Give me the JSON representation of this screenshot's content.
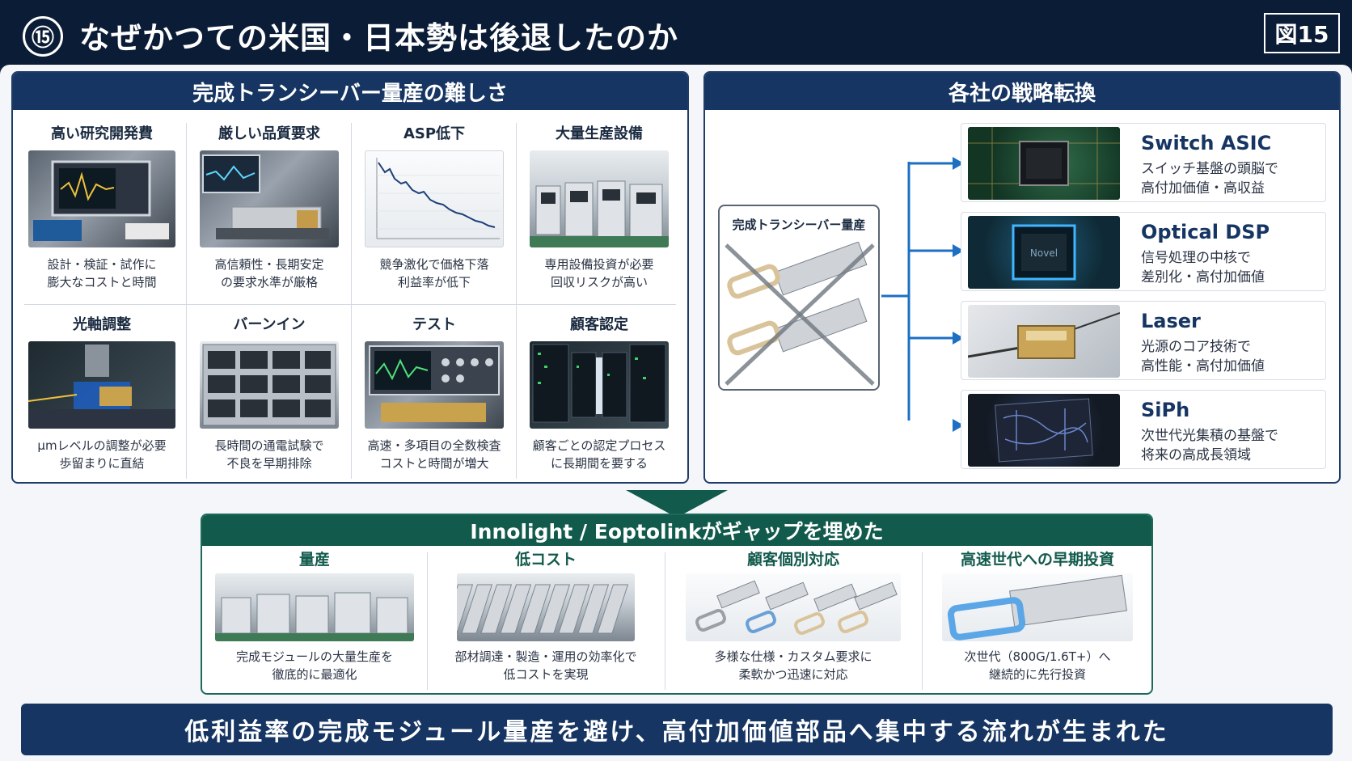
{
  "header": {
    "badge": "⑮",
    "title": "なぜかつての米国・日本勢は後退したのか",
    "figure_tag": "図15"
  },
  "left_panel": {
    "title": "完成トランシーバー量産の難しさ",
    "cells": [
      {
        "title": "高い研究開発費",
        "desc1": "設計・検証・試作に",
        "desc2": "膨大なコストと時間"
      },
      {
        "title": "厳しい品質要求",
        "desc1": "高信頼性・長期安定",
        "desc2": "の要求水準が厳格"
      },
      {
        "title": "ASP低下",
        "desc1": "競争激化で価格下落",
        "desc2": "利益率が低下"
      },
      {
        "title": "大量生産設備",
        "desc1": "専用設備投資が必要",
        "desc2": "回収リスクが高い"
      },
      {
        "title": "光軸調整",
        "desc1": "μmレベルの調整が必要",
        "desc2": "歩留まりに直結"
      },
      {
        "title": "バーンイン",
        "desc1": "長時間の通電試験で",
        "desc2": "不良を早期排除"
      },
      {
        "title": "テスト",
        "desc1": "高速・多項目の全数検査",
        "desc2": "コストと時間が増大"
      },
      {
        "title": "顧客認定",
        "desc1": "顧客ごとの認定プロセス",
        "desc2": "に長期間を要する"
      }
    ]
  },
  "right_panel": {
    "title": "各社の戦略転換",
    "source_label": "完成トランシーバー量産",
    "strategies": [
      {
        "title": "Switch ASIC",
        "desc1": "スイッチ基盤の頭脳で",
        "desc2": "高付加価値・高収益"
      },
      {
        "title": "Optical DSP",
        "desc1": "信号処理の中核で",
        "desc2": "差別化・高付加価値"
      },
      {
        "title": "Laser",
        "desc1": "光源のコア技術で",
        "desc2": "高性能・高付加価値"
      },
      {
        "title": "SiPh",
        "desc1": "次世代光集積の基盤で",
        "desc2": "将来の高成長領域"
      }
    ]
  },
  "green_panel": {
    "title": "Innolight / Eoptolinkがギャップを埋めた",
    "cells": [
      {
        "title": "量産",
        "desc1": "完成モジュールの大量生産を",
        "desc2": "徹底的に最適化"
      },
      {
        "title": "低コスト",
        "desc1": "部材調達・製造・運用の効率化で",
        "desc2": "低コストを実現"
      },
      {
        "title": "顧客個別対応",
        "desc1": "多様な仕様・カスタム要求に",
        "desc2": "柔軟かつ迅速に対応"
      },
      {
        "title": "高速世代への早期投資",
        "desc1": "次世代（800G/1.6T+）へ",
        "desc2": "継続的に先行投資"
      }
    ]
  },
  "conclusion": "低利益率の完成モジュール量産を避け、高付加価値部品へ集中する流れが生まれた",
  "chip_label": "Novel",
  "colors": {
    "navy": "#163562",
    "arrow_blue": "#1d6fc4",
    "green": "#125a4c"
  }
}
